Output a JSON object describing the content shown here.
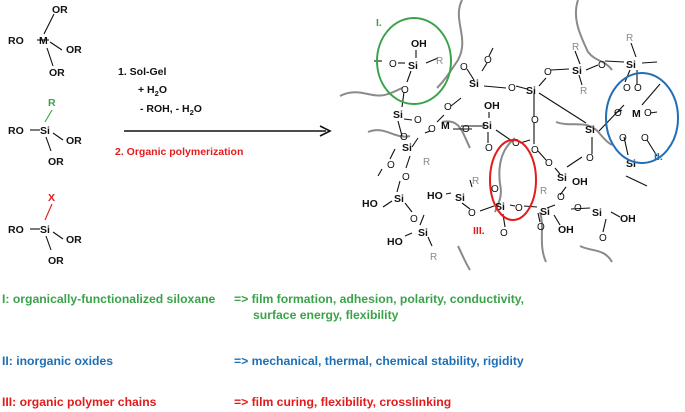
{
  "colors": {
    "green": "#3aa34a",
    "blue": "#1f6fb5",
    "red": "#e31b1b",
    "gray": "#8a8a8a",
    "black": "#111111"
  },
  "precursors": {
    "metal_alkoxide": {
      "ro": "RO",
      "m": "M",
      "or": "OR"
    },
    "organosilane": {
      "r": "R",
      "ro": "RO",
      "si": "Si",
      "or": "OR"
    },
    "functional_silane": {
      "x": "X",
      "ro": "RO",
      "si": "Si",
      "or": "OR"
    }
  },
  "steps": {
    "step1": "1.   Sol-Gel",
    "water": "+ H",
    "water_sub": "2",
    "water_end": "O",
    "byproducts": "- ROH,   - H",
    "byproducts_sub": "2",
    "byproducts_end": "O",
    "step2": "2.  Organic polymerization"
  },
  "network": {
    "si": "Si",
    "o": "O",
    "oh": "OH",
    "ho": "HO",
    "m": "M",
    "r": "R",
    "label_I": "I.",
    "label_II": "II.",
    "label_III": "III."
  },
  "legend": [
    {
      "label": "I: organically-functionalized siloxane",
      "result": "=> film formation, adhesion, polarity, conductivity,",
      "result2": "surface energy, flexibility"
    },
    {
      "label": "II: inorganic oxides",
      "result": "=> mechanical, thermal, chemical stability, rigidity"
    },
    {
      "label": "III: organic polymer chains",
      "result": "=> film curing, flexibility, crosslinking"
    }
  ]
}
